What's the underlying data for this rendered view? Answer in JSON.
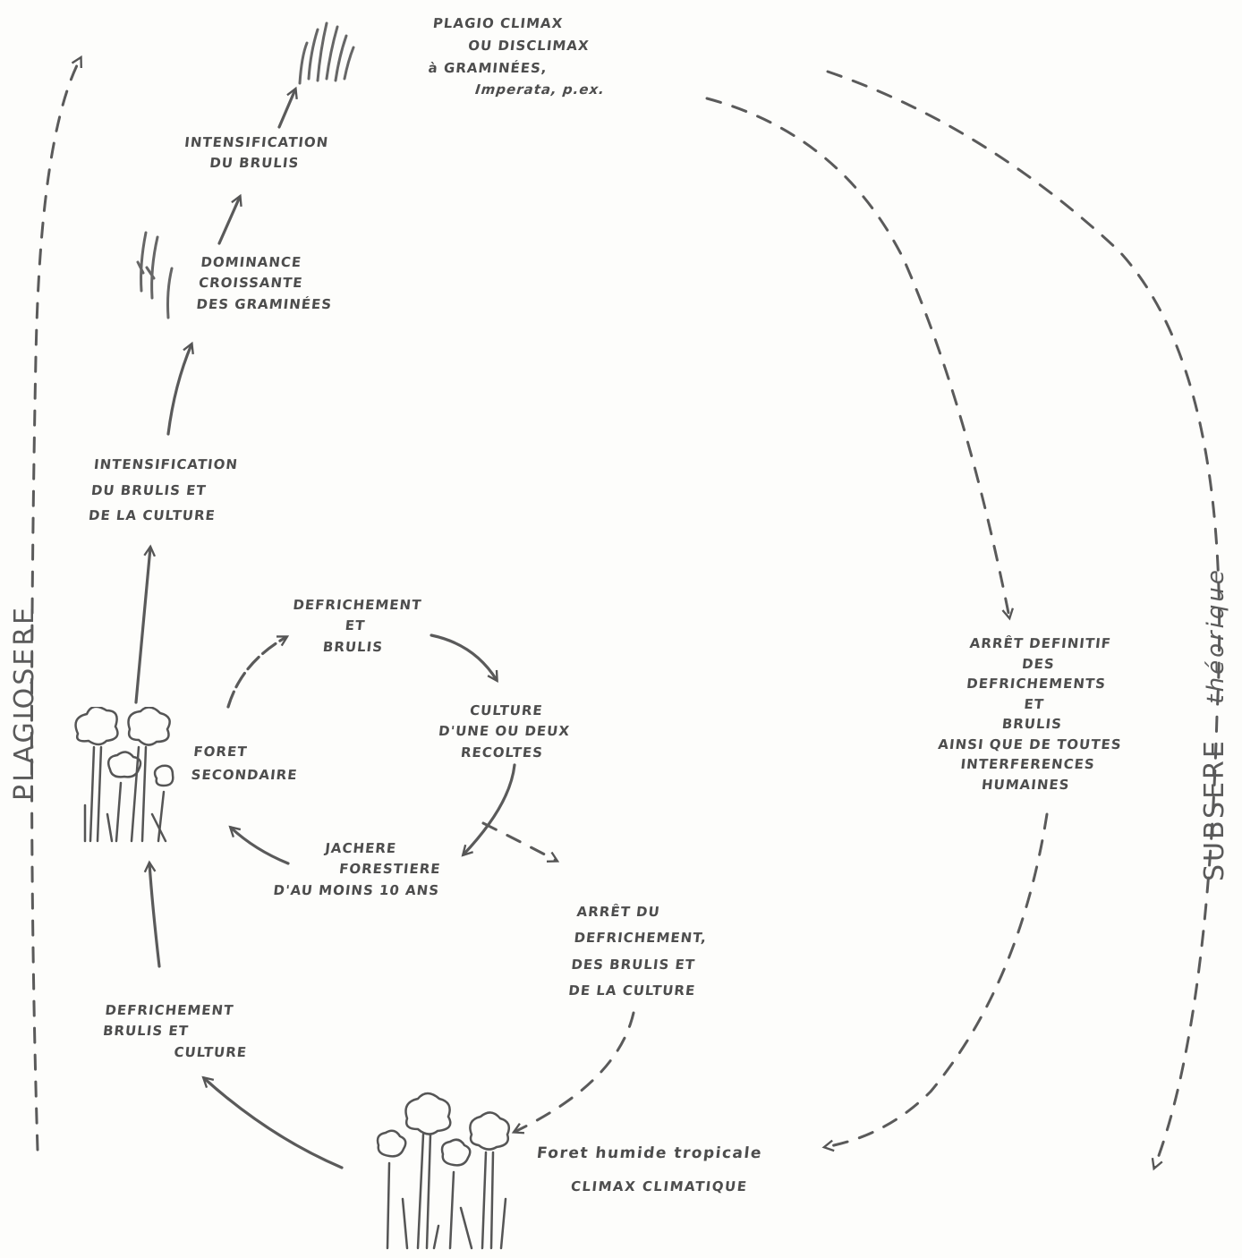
{
  "labels": {
    "plagioclimax": [
      "PLAGIO CLIMAX",
      "OU DISCLIMAX",
      "à GRAMINÉES,",
      "Imperata, p.ex."
    ],
    "intensification_brulis": [
      "INTENSIFICATION",
      "DU BRULIS"
    ],
    "dominance": [
      "DOMINANCE",
      "CROISSANTE",
      "DES GRAMINÉES"
    ],
    "intensification_culture": [
      "INTENSIFICATION",
      "DU BRULIS ET",
      "DE LA CULTURE"
    ],
    "defrichement_brulis": [
      "DEFRICHEMENT",
      "ET",
      "BRULIS"
    ],
    "culture_recoltes": [
      "CULTURE",
      "D'UNE OU DEUX",
      "RECOLTES"
    ],
    "foret_secondaire": [
      "FORET",
      "SECONDAIRE"
    ],
    "jachere": [
      "JACHERE",
      "FORESTIERE",
      "D'AU MOINS 10 ANS"
    ],
    "arret_defrichement": [
      "ARRÊT DU",
      "DEFRICHEMENT,",
      "DES BRULIS ET",
      "DE LA CULTURE"
    ],
    "defrichement_culture": [
      "DEFRICHEMENT",
      "BRULIS ET",
      "CULTURE"
    ],
    "foret_humide": [
      "Foret humide tropicale",
      "CLIMAX CLIMATIQUE"
    ],
    "arret_definitif": [
      "ARRÊT DEFINITIF",
      "DES",
      "DEFRICHEMENTS",
      "ET",
      "BRULIS",
      "AINSI QUE DE TOUTES",
      "INTERFERENCES",
      "HUMAINES"
    ],
    "plagiosere": "PLAGIOSERE",
    "subsere": {
      "word": "SUBSERE",
      "qualifier": "théorique"
    }
  },
  "colors": {
    "ink": "#4d4d4d",
    "paper": "#fdfdfb"
  },
  "icons": [
    "tree-cluster-icon",
    "grass-tuft-icon"
  ]
}
